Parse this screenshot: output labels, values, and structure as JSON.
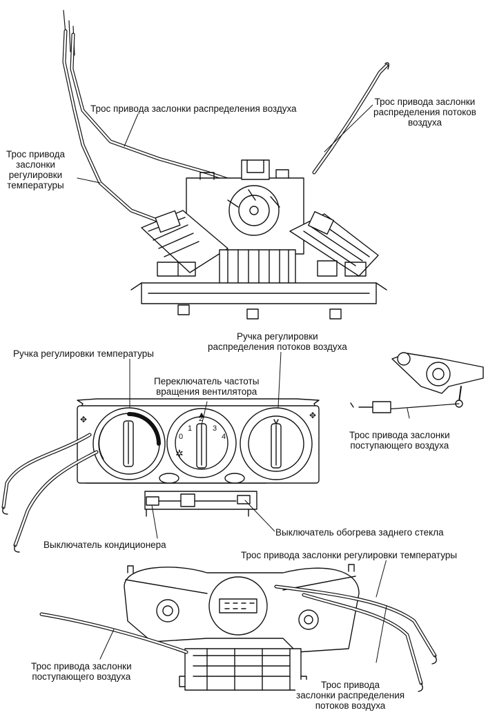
{
  "labels": {
    "top_center_cable": "Трос привода заслонки распределения воздуха",
    "top_right_cable": [
      "Трос привода заслонки",
      "распределения потоков",
      "воздуха"
    ],
    "top_left_cable": [
      "Трос привода",
      "заслонки",
      "регулировки",
      "температуры"
    ],
    "temp_knob": "Ручка регулировки температуры",
    "airflow_knob": [
      "Ручка регулировки",
      "распределения потоков воздуха"
    ],
    "fan_switch": [
      "Переключатель частоты",
      "вращения вентилятора"
    ],
    "intake_cable_mid": [
      "Трос привода заслонки",
      "поступающего воздуха"
    ],
    "ac_switch": "Выключатель кондиционера",
    "rear_defrost_switch": "Выключатель обогрева заднего стекла",
    "bottom_temp_cable": "Трос привода заслонки регулировки температуры",
    "bottom_intake_cable": [
      "Трос привода заслонки",
      "поступающего воздуха"
    ],
    "bottom_airflow_cable": [
      "Трос привода",
      "заслонки распределения",
      "потоков воздуха"
    ]
  },
  "fan_scale": [
    "0",
    "1",
    "2",
    "3",
    "4"
  ]
}
